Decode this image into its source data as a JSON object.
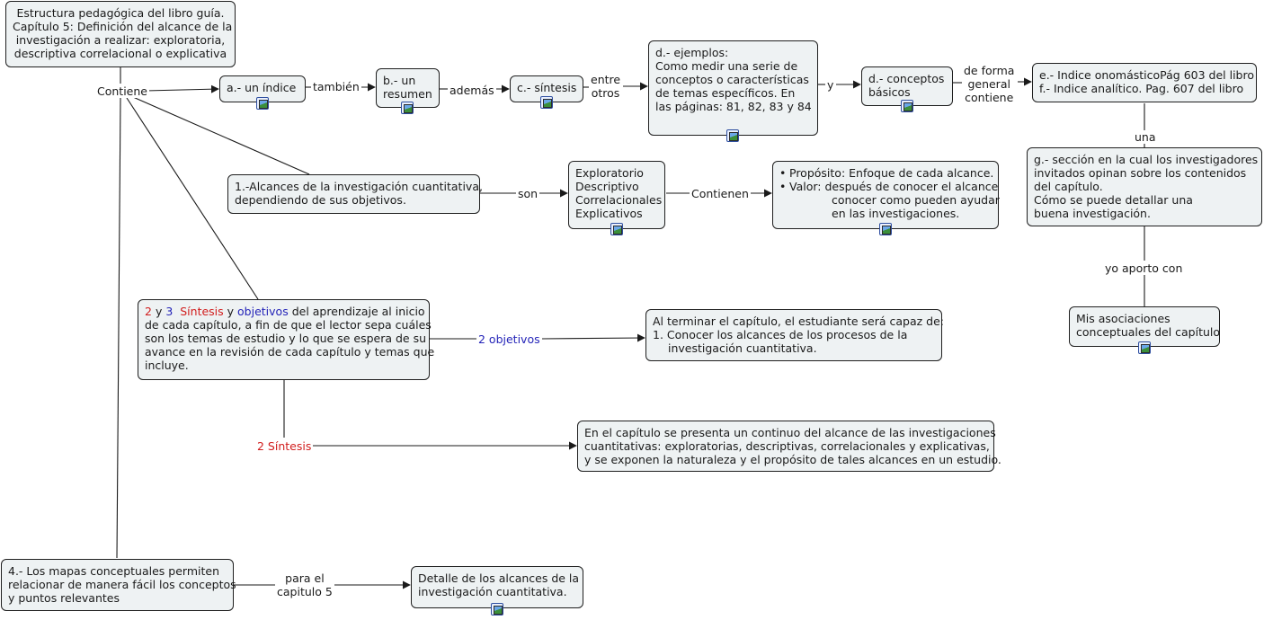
{
  "map": {
    "title": [
      "Estructura pedagógica del libro guía.",
      "Capítulo 5: Definición del alcance de la",
      "investigación a realizar: exploratoria,",
      "descriptiva correlacional o explicativa"
    ],
    "contiene": "Contiene",
    "indice": "a.- un índice",
    "tambien": "también",
    "resumen": [
      "b.- un",
      "resumen"
    ],
    "ademas": "además",
    "sintesis": "c.- síntesis",
    "entre_otros": [
      "entre",
      "otros"
    ],
    "ejemplos": [
      "d.- ejemplos:",
      "Como medir una serie de",
      "conceptos o características",
      "de temas específicos. En",
      "las páginas: 81, 82, 83 y 84"
    ],
    "y": "y",
    "conceptos": [
      "d.- conceptos",
      "básicos"
    ],
    "de_forma": [
      "de forma",
      "general",
      "contiene"
    ],
    "indices": [
      "e.- Indice onomásticoPág 603 del libro",
      "f.- Indice analítico. Pag. 607 del libro"
    ],
    "una": "una",
    "seccion": [
      "g.- sección en la cual los investigadores",
      "invitados opinan sobre los contenidos",
      "del capítulo.",
      "Cómo se puede detallar una",
      "buena investigación."
    ],
    "yo_aporto": "yo aporto con",
    "mis_asoc": [
      "Mis asociaciones",
      "conceptuales del capítulo"
    ],
    "alcances": [
      "1.-Alcances de la investigación cuantitativa,",
      "dependiendo de sus objetivos."
    ],
    "son": "son",
    "tipos": [
      "Exploratorio",
      "Descriptivo",
      "Correlacionales",
      "Explicativos"
    ],
    "contienen": "Contienen",
    "proposito": {
      "b1_label": "Propósito:",
      "b1_text": "Enfoque de cada alcance.",
      "b2_label": "Valor:",
      "b2_lines": [
        "después de conocer el alcance",
        "conocer como pueden ayudar",
        "en las investigaciones."
      ],
      "bullet": "•"
    },
    "sintesis_obj": {
      "n2": "2",
      "y1": "y",
      "n3": "3",
      "sintesis": "Síntesis",
      "y2": "y",
      "objetivos": "objetivos",
      "rest1": "del aprendizaje al inicio",
      "lines": [
        "de cada capítulo, a fin de que el lector sepa cuáles",
        "son los temas de estudio y lo que se espera de su",
        "avance en la revisión de cada capítulo y temas que",
        "incluye."
      ]
    },
    "dos_objetivos": "2 objetivos",
    "al_terminar": [
      "Al terminar el capítulo, el estudiante será capaz de:",
      "1. Conocer los alcances de los procesos de la",
      "investigación cuantitativa."
    ],
    "dos_sintesis": "2 Síntesis",
    "continuo": [
      "En el capítulo se presenta un continuo del alcance de las investigaciones",
      "cuantitativas: exploratorias, descriptivas, correlacionales y explicativas,",
      "y se exponen la naturaleza y el propósito de tales alcances en un estudio."
    ],
    "mapas": [
      "4.- Los mapas conceptuales permiten",
      "relacionar de manera fácil los conceptos",
      "y puntos relevantes"
    ],
    "para_el": [
      "para el",
      "capitulo 5"
    ],
    "detalle": [
      "Detalle de los alcances de la",
      "investigación cuantitativa."
    ]
  },
  "resource_icon": "image-icon",
  "colors": {
    "node_fill": "#eef2f3",
    "node_border": "#1f1f1f",
    "line": "#1a1a1a",
    "red_text": "#d11d1d",
    "blue_text": "#2424b8"
  }
}
